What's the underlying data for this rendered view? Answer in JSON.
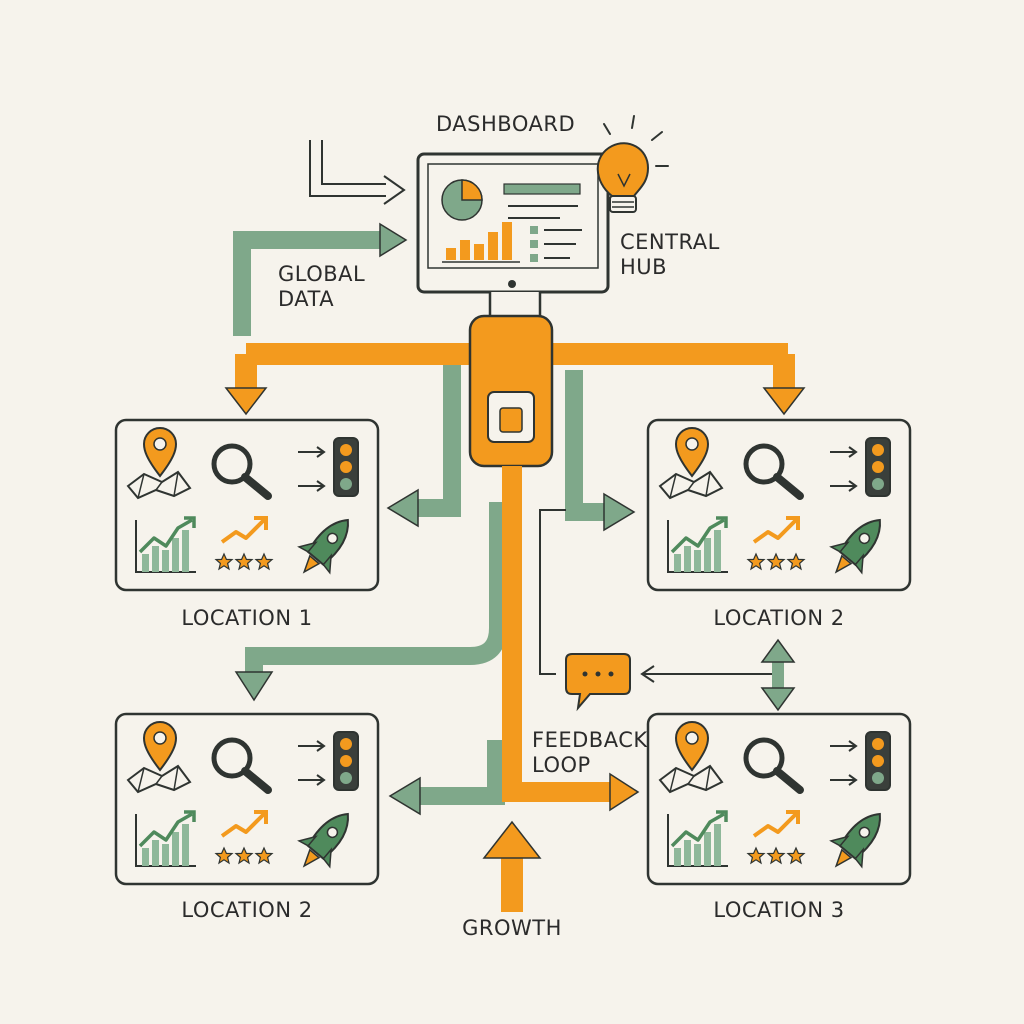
{
  "labels": {
    "dashboard": "DASHBOARD",
    "central_hub_line1": "CENTRAL",
    "central_hub_line2": "HUB",
    "global_data_line1": "GLOBAL",
    "global_data_line2": "DATA",
    "feedback_loop_line1": "FEEDBACK",
    "feedback_loop_line2": "LOOP",
    "growth": "GROWTH"
  },
  "locations": [
    {
      "label": "LOCATION 1"
    },
    {
      "label": "LOCATION 2"
    },
    {
      "label": "LOCATION 2"
    },
    {
      "label": "LOCATION 3"
    }
  ],
  "colors": {
    "orange": "#f39a1e",
    "green": "#7fa88a",
    "dark_green": "#4f8a5c",
    "ink": "#2f3431",
    "background": "#f6f3ec"
  },
  "icons": [
    "monitor-icon",
    "pie-chart-icon",
    "bar-chart-icon",
    "lightbulb-icon",
    "map-pin-icon",
    "map-icon",
    "magnifier-icon",
    "traffic-light-icon",
    "growth-chart-icon",
    "trend-arrow-icon",
    "star-rating-icon",
    "rocket-icon",
    "speech-bubble-icon"
  ]
}
